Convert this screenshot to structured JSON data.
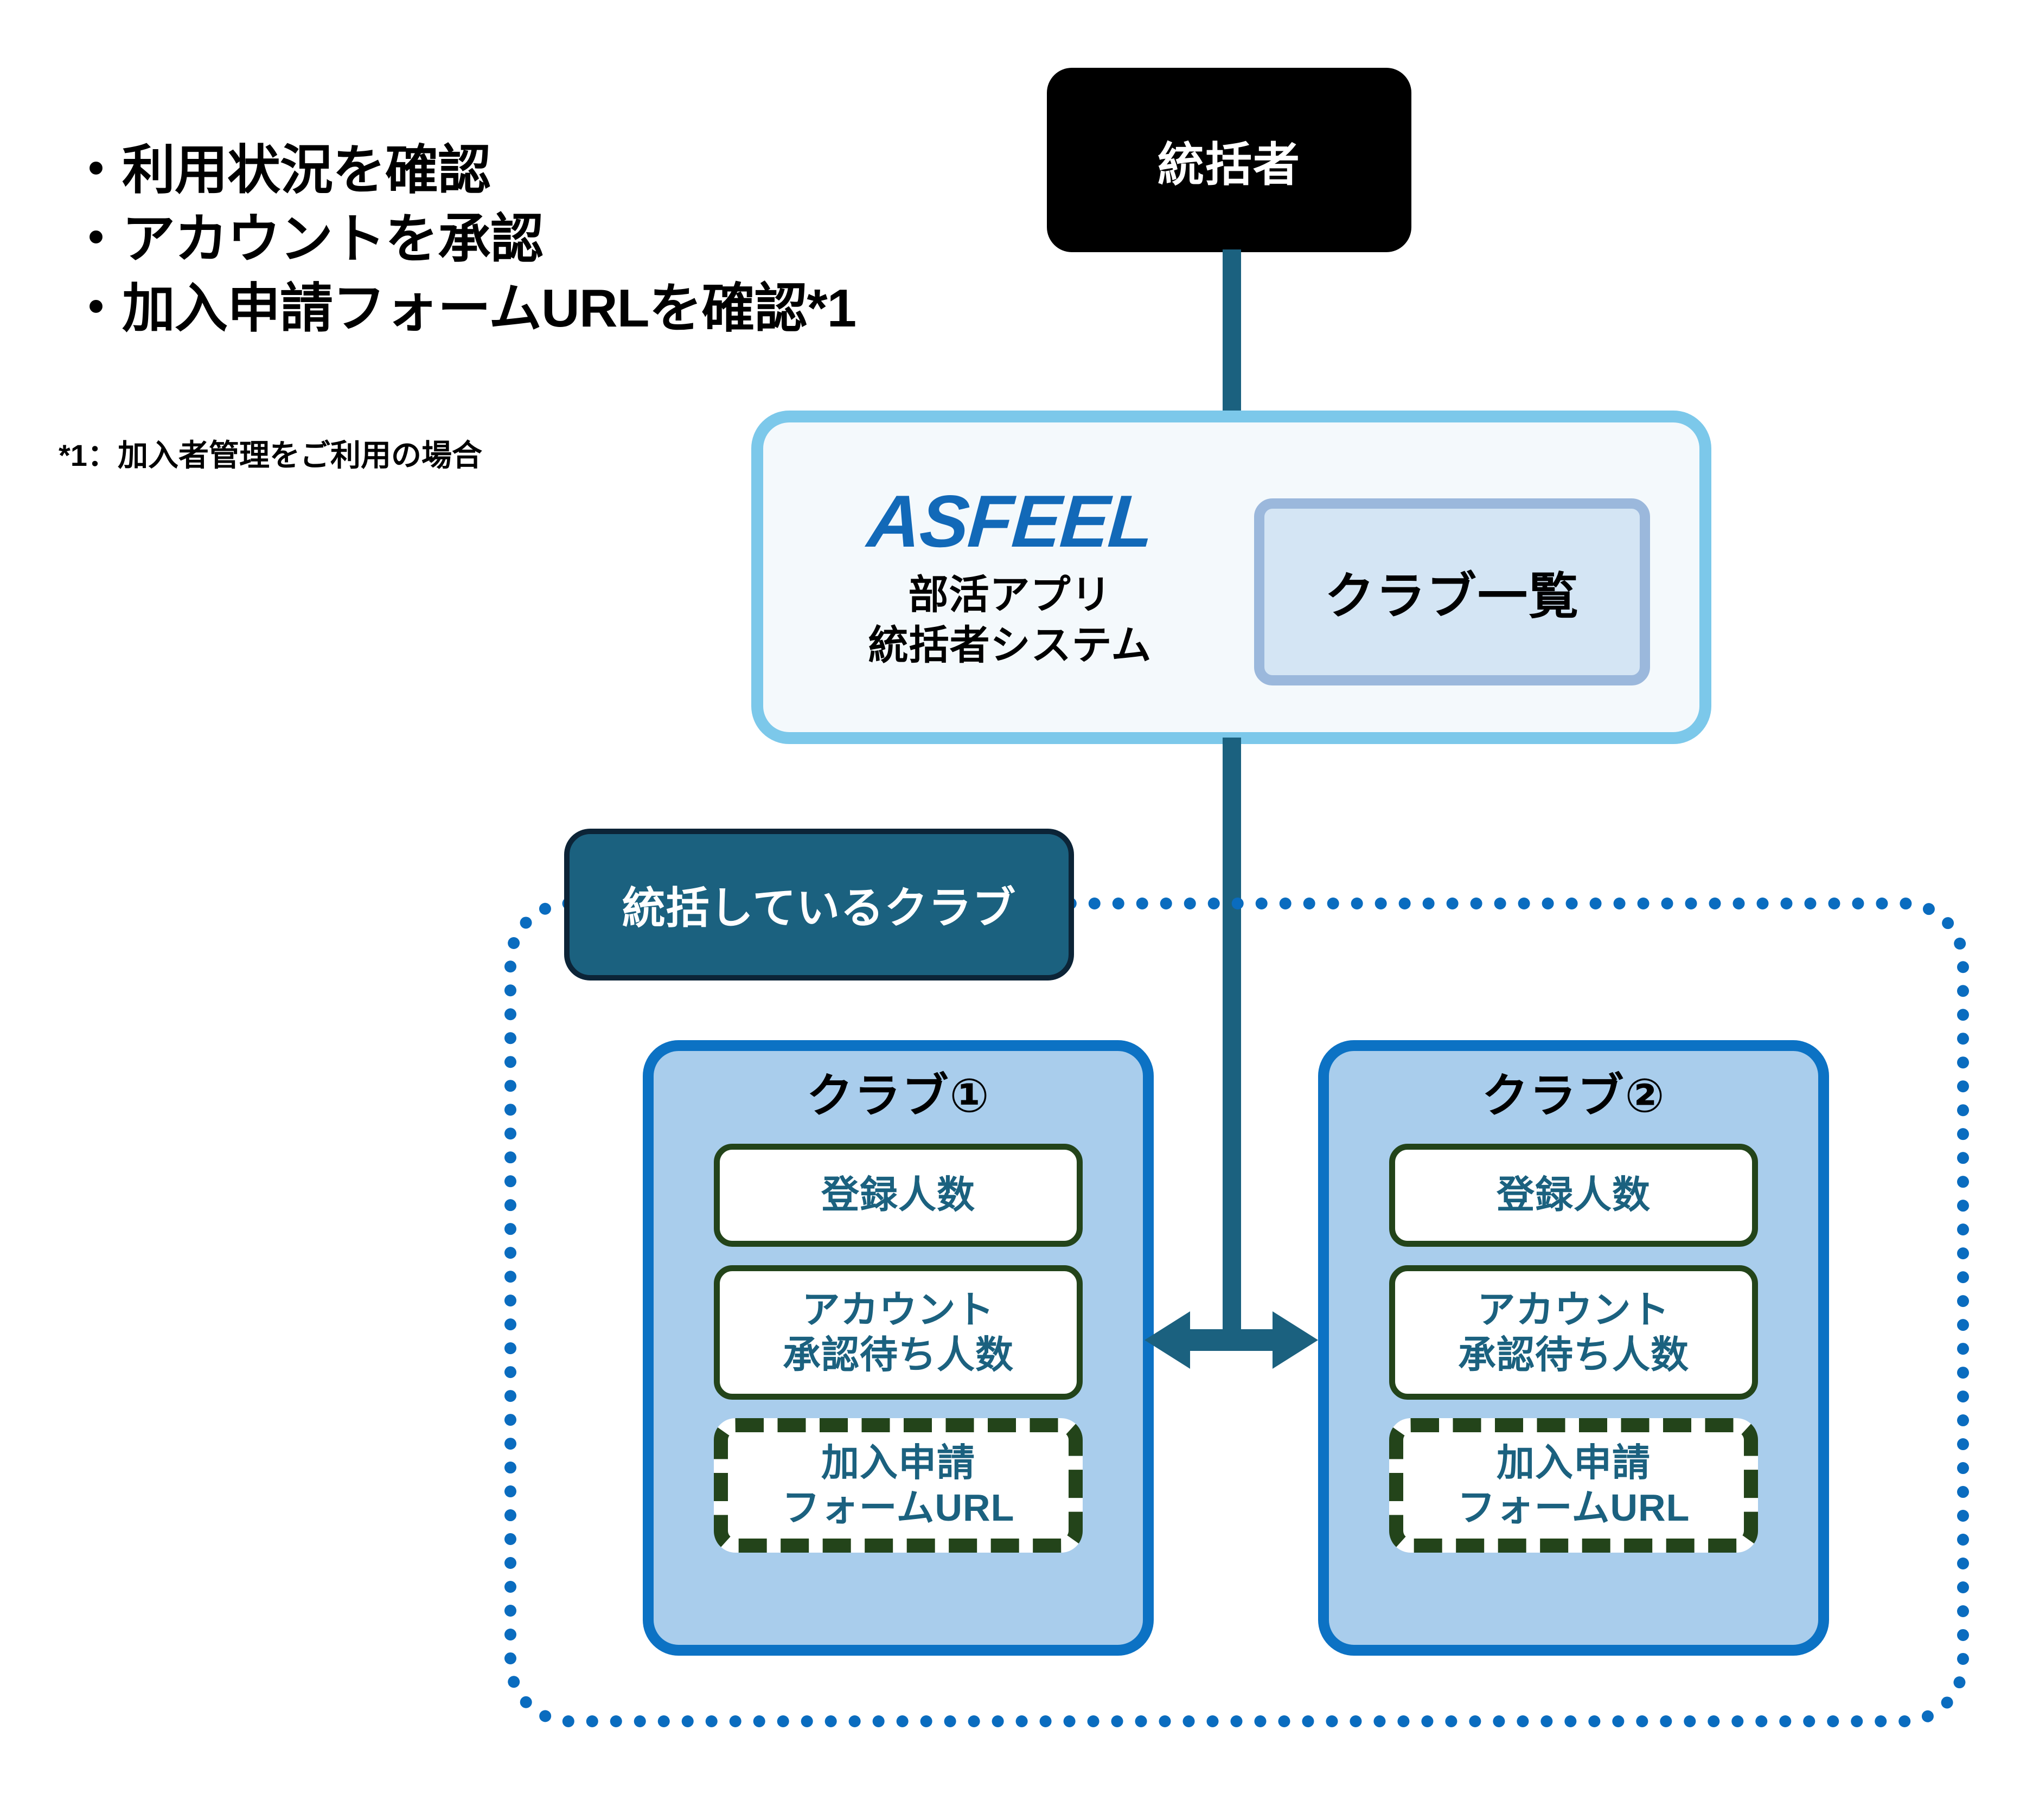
{
  "bullets": {
    "items": [
      "・利用状況を確認",
      "・アカウントを承認",
      "・加入申請フォームURLを確認*1"
    ],
    "footnote": "*1：加入者管理をご利用の場合"
  },
  "admin": {
    "label": "統括者"
  },
  "asfeel": {
    "logo": "ASFEEL",
    "subtitle_line1": "部活アプリ",
    "subtitle_line2": "統括者システム",
    "club_list_button": "クラブ一覧"
  },
  "region": {
    "label": "統括しているクラブ"
  },
  "clubs": [
    {
      "title": "クラブ①",
      "stats": [
        {
          "label": "登録人数"
        },
        {
          "label": "アカウント\n承認待ち人数"
        },
        {
          "label": "加入申請\nフォームURL"
        }
      ]
    },
    {
      "title": "クラブ②",
      "stats": [
        {
          "label": "登録人数"
        },
        {
          "label": "アカウント\n承認待ち人数"
        },
        {
          "label": "加入申請\nフォームURL"
        }
      ]
    }
  ],
  "colors": {
    "admin_box_bg": "#000000",
    "connector_line": "#1B617F",
    "asfeel_border": "#7CC8EA",
    "asfeel_bg": "#F4F9FC",
    "asfeel_logo_blue": "#1269B8",
    "club_list_btn_bg": "#D4E5F4",
    "club_list_btn_border": "#9BB8DC",
    "dotted_boundary": "#0A6CBF",
    "region_label_bg": "#1B617F",
    "club_box_bg": "#A9CDEC",
    "club_box_border": "#0C72C4",
    "stat_border_green": "#23441A",
    "stat_text_teal": "#1B617F",
    "arrow": "#1B617F"
  }
}
